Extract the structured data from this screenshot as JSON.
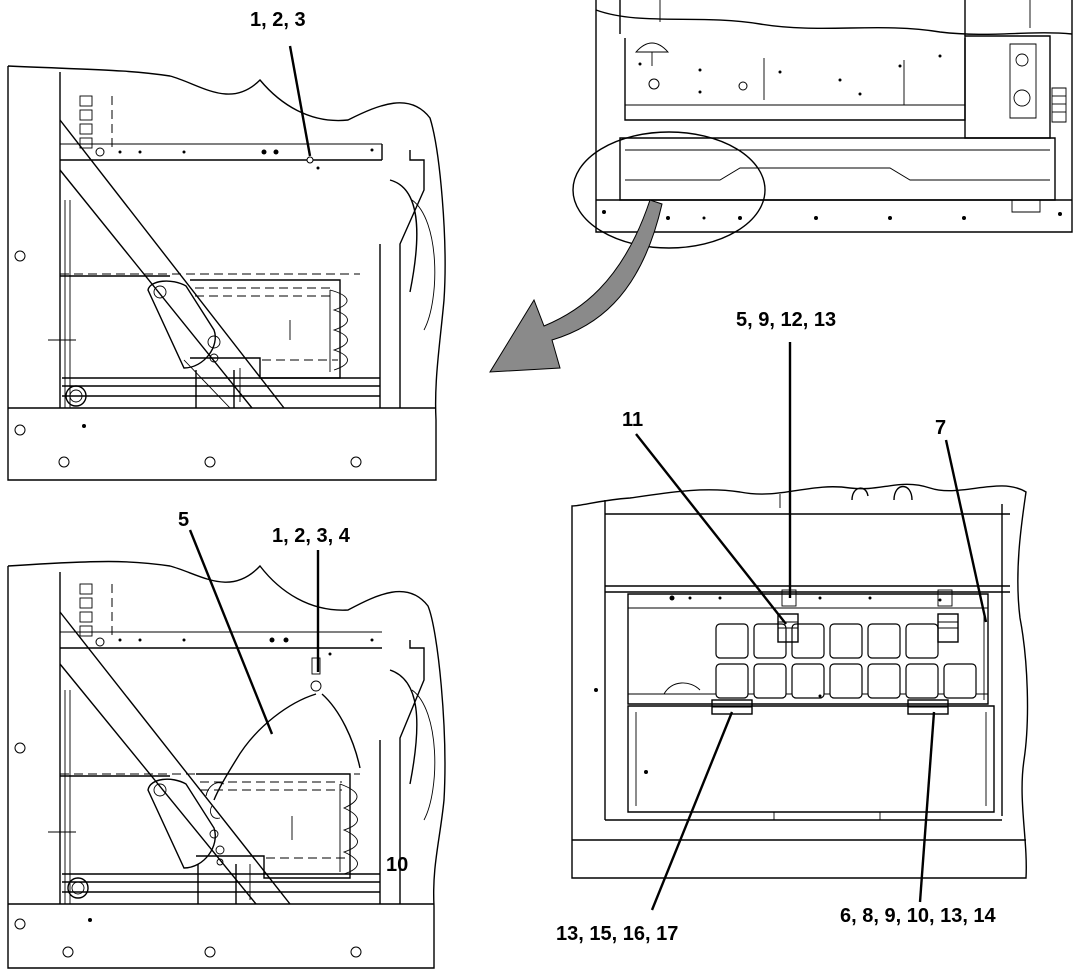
{
  "callouts": {
    "view1_top": "1, 2, 3",
    "view3_top": "5, 9, 12, 13",
    "view3_left": "11",
    "view3_right": "7",
    "view2_cable": "5",
    "view2_top": "1, 2, 3, 4",
    "view2_bottom": "10",
    "view3_bottom_left": "13, 15, 16, 17",
    "view3_bottom_right": "6, 8, 9, 10, 13, 14"
  }
}
